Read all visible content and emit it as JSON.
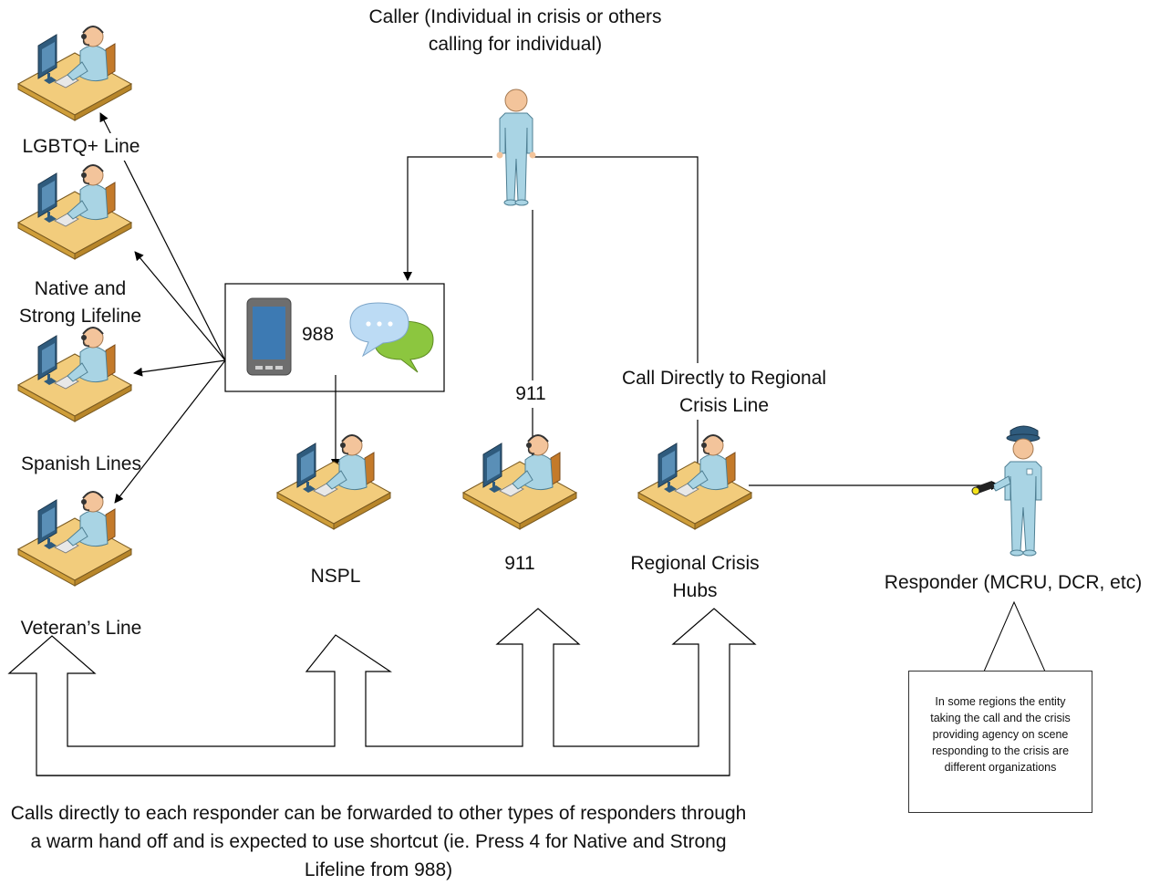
{
  "caller_label": "Caller (Individual in crisis or others calling for individual)",
  "hub": {
    "number": "988",
    "icons": [
      "phone-icon",
      "chat-bubbles-icon"
    ]
  },
  "left_lines": [
    {
      "label": "LGBTQ+ Line"
    },
    {
      "label": "Native and Strong Lifeline"
    },
    {
      "label": "Spanish Lines"
    },
    {
      "label": "Veteran’s Line"
    }
  ],
  "centers": [
    {
      "label": "NSPL"
    },
    {
      "label": "911"
    },
    {
      "label": "Regional Crisis Hubs"
    }
  ],
  "edge_labels": {
    "to_911": "911",
    "direct_regional": "Call Directly to Regional Crisis Line"
  },
  "responder_label": "Responder (MCRU, DCR, etc)",
  "callout_text": "In some regions the entity taking the call and the crisis providing agency on scene responding to the crisis are different organizations",
  "bottom_note": "Calls directly to each responder can be forwarded to other types of responders through a warm hand off and is expected to use shortcut (ie. Press 4 for Native and Strong Lifeline from 988)",
  "colors": {
    "person_body": "#a9d4e4",
    "person_skin": "#f3c49b",
    "desk_top": "#f2cc7c",
    "desk_edge": "#cf9e3a",
    "monitor": "#2f5b7d",
    "phone_screen": "#3d7ab3",
    "bubble_blue": "#bcdbf4",
    "bubble_green": "#8cc63f"
  }
}
